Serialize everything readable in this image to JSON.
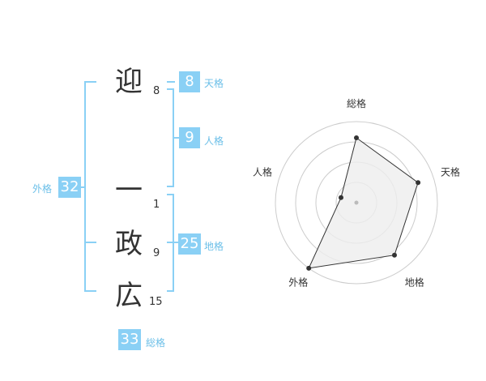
{
  "name": {
    "characters": [
      {
        "char": "迎",
        "strokes": "8"
      },
      {
        "char": "一",
        "strokes": "1"
      },
      {
        "char": "政",
        "strokes": "9"
      },
      {
        "char": "広",
        "strokes": "15"
      }
    ]
  },
  "fortune": {
    "tenkaku": {
      "label": "天格",
      "value": "8"
    },
    "jinkaku": {
      "label": "人格",
      "value": "9"
    },
    "chikaku": {
      "label": "地格",
      "value": "25"
    },
    "gaikaku": {
      "label": "外格",
      "value": "32"
    },
    "soukaku": {
      "label": "総格",
      "value": "33"
    }
  },
  "colors": {
    "badge": "#8ad0f5",
    "badge_label": "#6bbfe8",
    "bracket": "#8ad0f5",
    "radar_ring": "#cccccc",
    "radar_fill": "#eeeeee",
    "radar_line": "#333333"
  },
  "chart_data": {
    "type": "radar",
    "axes": [
      "総格",
      "天格",
      "地格",
      "外格",
      "人格"
    ],
    "values": [
      4,
      4,
      4,
      5,
      1
    ],
    "max": 5,
    "rings": 4
  }
}
